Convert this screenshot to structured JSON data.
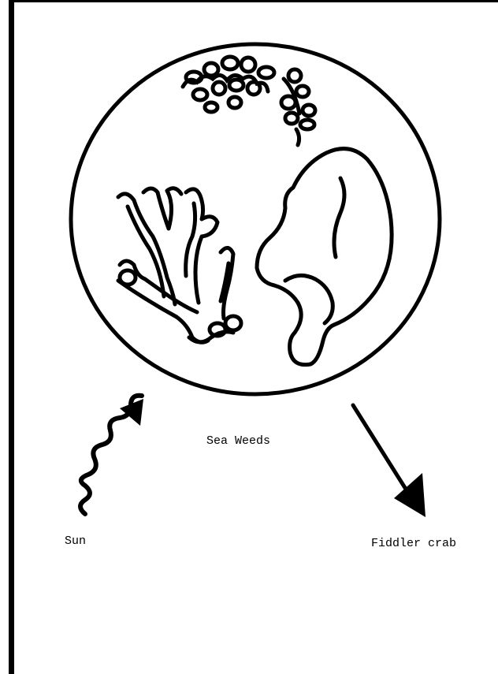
{
  "labels": {
    "center": "Sea Weeds",
    "left": "Sun",
    "right": "Fiddler crab"
  },
  "colors": {
    "ink": "#000000",
    "paper": "#ffffff"
  },
  "icons": [
    "sun-wavy-arrow-icon",
    "seaweed-blob-icon",
    "seaweed-branch-icon",
    "seaweed-cluster-icon",
    "arrow-to-crab-icon"
  ]
}
